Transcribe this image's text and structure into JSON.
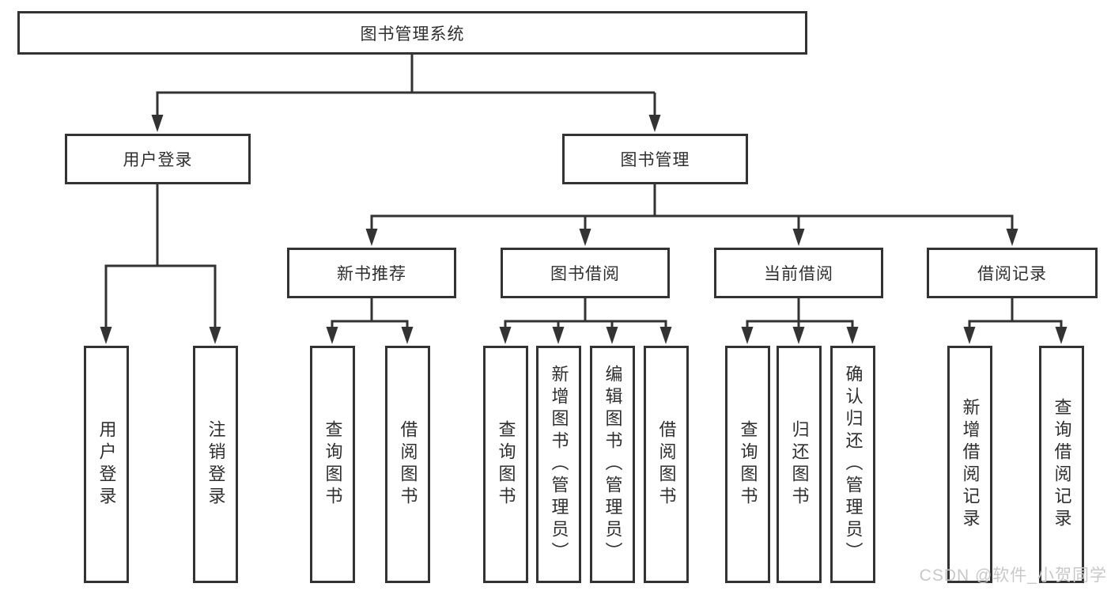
{
  "diagram": {
    "root": {
      "label": "图书管理系统"
    },
    "branches": [
      {
        "label": "用户登录",
        "children": [
          {
            "label": "用户登录"
          },
          {
            "label": "注销登录"
          }
        ]
      },
      {
        "label": "图书管理",
        "children": [
          {
            "label": "新书推荐",
            "children": [
              {
                "label": "查询图书"
              },
              {
                "label": "借阅图书"
              }
            ]
          },
          {
            "label": "图书借阅",
            "children": [
              {
                "label": "查询图书"
              },
              {
                "label": "新增图书（管理员）"
              },
              {
                "label": "编辑图书（管理员）"
              },
              {
                "label": "借阅图书"
              }
            ]
          },
          {
            "label": "当前借阅",
            "children": [
              {
                "label": "查询图书"
              },
              {
                "label": "归还图书"
              },
              {
                "label": "确认归还（管理员）"
              }
            ]
          },
          {
            "label": "借阅记录",
            "children": [
              {
                "label": "新增借阅记录"
              },
              {
                "label": "查询借阅记录"
              }
            ]
          }
        ]
      }
    ]
  },
  "watermark": {
    "text": "CSDN @软件_小贺同学"
  },
  "colors": {
    "line": "#333333",
    "border": "#333333",
    "text": "#2f2f2f",
    "background": "#ffffff",
    "watermark": "#c8c8c8"
  }
}
